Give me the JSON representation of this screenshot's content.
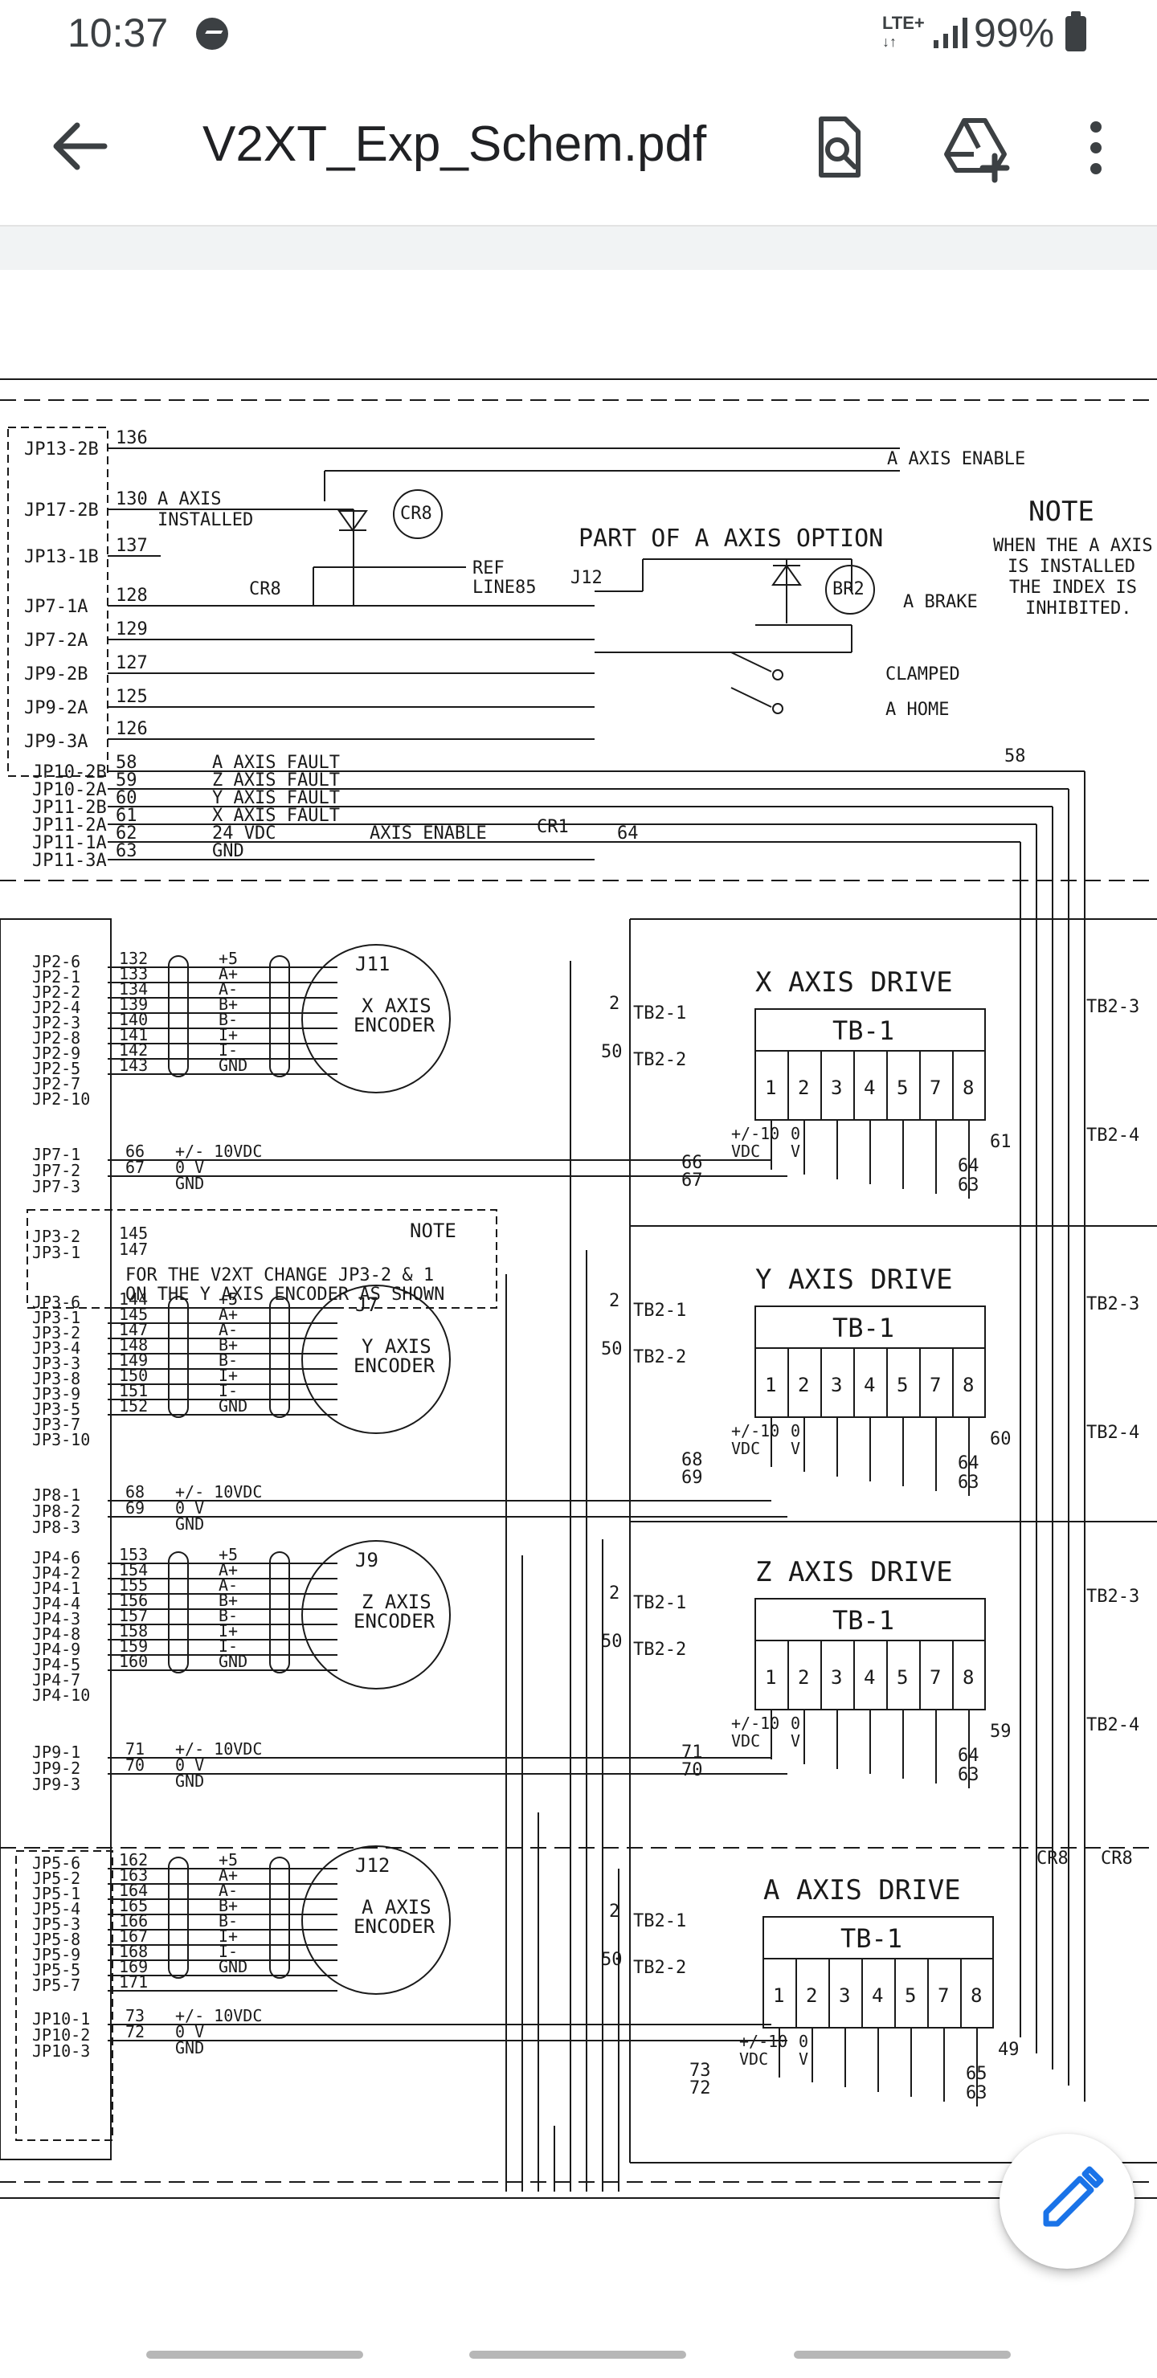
{
  "status_bar": {
    "time": "10:37",
    "network": "LTE+",
    "battery": "99%",
    "icons": [
      "messenger-icon",
      "lte-icon",
      "signal-icon",
      "battery-icon"
    ]
  },
  "app_bar": {
    "title": "V2XT_Exp_Schem.pdf",
    "back_icon": "arrow-back-icon",
    "actions": [
      "find-in-page-icon",
      "add-to-drive-icon",
      "more-vert-icon"
    ]
  },
  "fab": {
    "icon": "pencil-icon",
    "color": "#1a73e8"
  },
  "schematic": {
    "left_labels": [
      "JP13-2B",
      "JP17-2B",
      "JP13-1B",
      "JP7-1A",
      "JP7-2A",
      "JP9-2B",
      "JP9-2A",
      "JP9-3A",
      "JP10-2B",
      "JP10-2A",
      "JP11-2B",
      "JP11-2A",
      "JP11-1A",
      "JP11-3A"
    ],
    "left_wires": [
      "136",
      "130",
      "137",
      "128",
      "129",
      "127",
      "125",
      "126",
      "58",
      "59",
      "60",
      "61",
      "62",
      "63"
    ],
    "a_axis_installed": "A AXIS\nINSTALLED",
    "a_axis_enable": "A AXIS ENABLE",
    "part_of_a_axis": "PART OF A AXIS OPTION",
    "note_title": "NOTE",
    "note_lines": [
      "WHEN THE A AXIS",
      "IS INSTALLED",
      "THE INDEX IS",
      "INHIBITED."
    ],
    "a_brake": "A BRAKE",
    "clamped": "CLAMPED",
    "a_home": "A HOME",
    "cr8": "CR8",
    "br2": "BR2",
    "ref_line": "REF",
    "line85": "LINE85",
    "j12": "J12",
    "fault_lines": [
      "A AXIS FAULT",
      "Z AXIS FAULT",
      "Y AXIS FAULT",
      "X AXIS FAULT",
      "24 VDC",
      "GND"
    ],
    "axis_enable": "AXIS ENABLE",
    "cr1": "CR1",
    "wire_64": "64",
    "wire_58": "58",
    "x_drive": "X AXIS DRIVE",
    "y_drive": "Y AXIS DRIVE",
    "z_drive": "Z AXIS DRIVE",
    "a_drive": "A AXIS DRIVE",
    "tb1": "TB-1",
    "tb_pins": [
      "1",
      "2",
      "3",
      "4",
      "5",
      "7",
      "8"
    ],
    "tb2_1": "TB2-1",
    "tb2_2": "TB2-2",
    "tb2_3": "TB2-3",
    "tb2_4": "TB2-4",
    "vdc": "+/-10\nVDC",
    "encoders": [
      {
        "name": "X AXIS\nENCODER",
        "jack": "J11",
        "pins": [
          "JP2-6",
          "JP2-1",
          "JP2-2",
          "JP2-4",
          "JP2-3",
          "JP2-8",
          "JP2-9",
          "JP2-5",
          "JP2-7",
          "JP2-10"
        ],
        "wires": [
          "132",
          "133",
          "134",
          "139",
          "140",
          "141",
          "142",
          "143"
        ]
      },
      {
        "name": "Y AXIS\nENCODER",
        "jack": "J7",
        "pins": [
          "JP3-6",
          "JP3-1",
          "JP3-2",
          "JP3-4",
          "JP3-3",
          "JP3-8",
          "JP3-9",
          "JP3-5",
          "JP3-7",
          "JP3-10"
        ],
        "wires": [
          "144",
          "145",
          "147",
          "148",
          "149",
          "150",
          "151",
          "152"
        ]
      },
      {
        "name": "Z AXIS\nENCODER",
        "jack": "J9",
        "pins": [
          "JP4-6",
          "JP4-2",
          "JP4-1",
          "JP4-4",
          "JP4-3",
          "JP4-8",
          "JP4-9",
          "JP4-5",
          "JP4-7",
          "JP4-10"
        ],
        "wires": [
          "153",
          "154",
          "155",
          "156",
          "157",
          "158",
          "159",
          "160"
        ]
      },
      {
        "name": "A AXIS\nENCODER",
        "jack": "J12",
        "pins": [
          "JP5-6",
          "JP5-2",
          "JP5-1",
          "JP5-4",
          "JP5-3",
          "JP5-8",
          "JP5-9",
          "JP5-5",
          "JP5-7"
        ],
        "wires": [
          "162",
          "163",
          "164",
          "165",
          "166",
          "167",
          "168",
          "169",
          "171"
        ]
      }
    ],
    "signal_labels": [
      "+5",
      "A+",
      "A-",
      "B+",
      "B-",
      "I+",
      "I-",
      "GND"
    ],
    "note_y": "NOTE",
    "note_y_text": "FOR THE V2XT CHANGE JP3-2 & 1\nON THE Y AXIS ENCODER AS SHOWN",
    "jp3_labels": [
      "JP3-2",
      "JP3-1"
    ],
    "jp3_wires": [
      "145",
      "147"
    ],
    "power_rows": [
      {
        "pins": [
          "JP7-1",
          "JP7-2",
          "JP7-3"
        ],
        "wires": [
          "66",
          "67"
        ],
        "label": "+/- 10VDC",
        "zero": "0 V",
        "gnd": "GND"
      },
      {
        "pins": [
          "JP8-1",
          "JP8-2",
          "JP8-3"
        ],
        "wires": [
          "68",
          "69"
        ],
        "label": "+/- 10VDC",
        "zero": "0 V",
        "gnd": "GND"
      },
      {
        "pins": [
          "JP9-1",
          "JP9-2",
          "JP9-3"
        ],
        "wires": [
          "71",
          "70"
        ],
        "label": "+/- 10VDC",
        "zero": "0 V",
        "gnd": "GND"
      },
      {
        "pins": [
          "JP10-1",
          "JP10-2",
          "JP10-3"
        ],
        "wires": [
          "73",
          "72"
        ],
        "label": "+/- 10VDC",
        "zero": "0 V",
        "gnd": "GND"
      }
    ],
    "drive_wires": [
      [
        "2",
        "50",
        "61",
        "64",
        "63",
        "66",
        "67"
      ],
      [
        "2",
        "50",
        "60",
        "64",
        "63",
        "68",
        "69"
      ],
      [
        "2",
        "50",
        "59",
        "64",
        "63",
        "71",
        "70"
      ],
      [
        "2",
        "50",
        "49",
        "65",
        "63",
        "73",
        "72"
      ]
    ],
    "cr8_left": "CR8",
    "cr8_right": "CR8"
  }
}
